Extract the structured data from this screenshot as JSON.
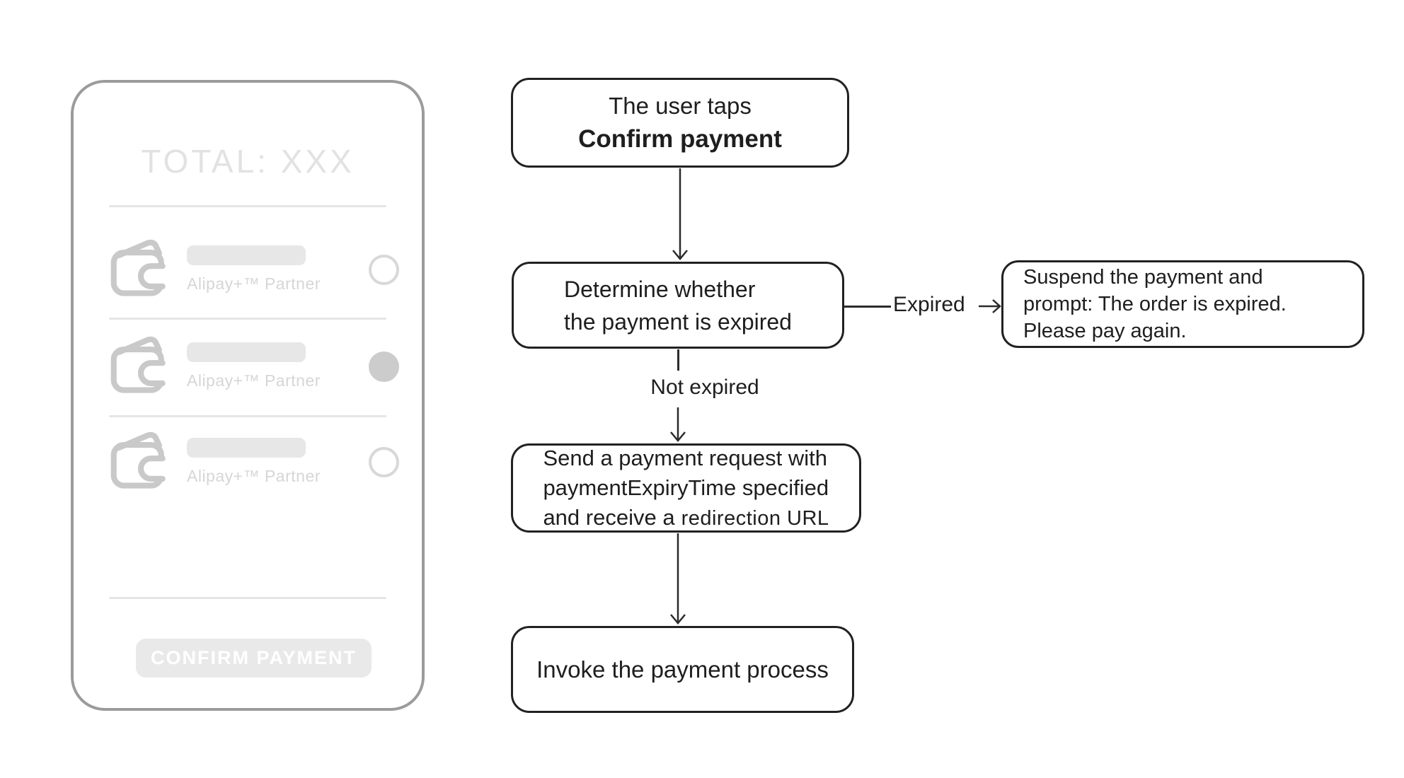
{
  "phone": {
    "total_label": "TOTAL: XXX",
    "partner_label": "Alipay+™ Partner",
    "confirm_button_label": "CONFIRM PAYMENT",
    "options": [
      {
        "selected": false
      },
      {
        "selected": true
      },
      {
        "selected": false
      }
    ],
    "icons": {
      "payment_method": "wallet-icon",
      "choice": "radio-button"
    }
  },
  "flowchart": {
    "step1_line1": "The user taps",
    "step1_line2": "Confirm payment",
    "step2_line1": "Determine whether",
    "step2_line2": "the payment is expired",
    "expired_label": "Expired",
    "suspend_line1": "Suspend the payment and",
    "suspend_line2": "prompt: The order is expired.",
    "suspend_line3": "Please pay again.",
    "not_expired_label": "Not expired",
    "step3_line1": "Send a payment request with",
    "step3_line2": "paymentExpiryTime specified",
    "step3_line3_prefix": "and receive a",
    "step3_line3_suffix": "redirection URL",
    "step4_text": "Invoke the payment process"
  },
  "colors": {
    "phone_border": "#9b9b9b",
    "muted_gray": "#e5e5e5",
    "placeholder_gray": "#e7e7e7",
    "label_gray": "#d6d6d6",
    "radio_fill": "#cccccc",
    "flow_ink": "#212121",
    "line_ink": "#2b2b2b"
  }
}
